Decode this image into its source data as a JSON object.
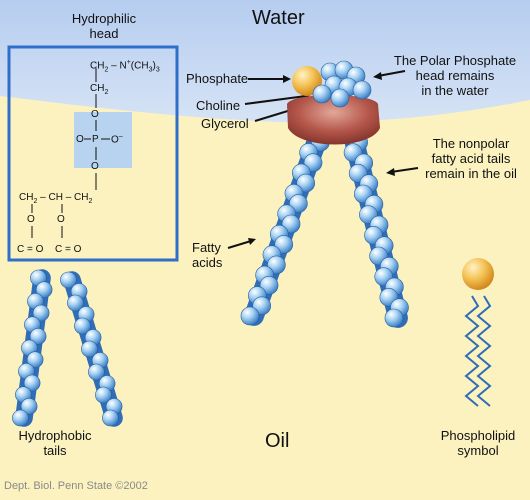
{
  "regions": {
    "water_label": "Water",
    "oil_label": "Oil"
  },
  "labels": {
    "hydrophilic_head": [
      "Hydrophilic",
      "head"
    ],
    "phosphate": "Phosphate",
    "choline": "Choline",
    "glycerol": "Glycerol",
    "polar_head": [
      "The Polar Phosphate",
      "head remains",
      "in the water"
    ],
    "nonpolar_tails": [
      "The nonpolar",
      "fatty acid tails",
      "remain in the oil"
    ],
    "fatty_acids": [
      "Fatty",
      "acids"
    ],
    "hydrophobic_tails": [
      "Hydrophobic",
      "tails"
    ],
    "phospholipid_symbol": [
      "Phospholipid",
      "symbol"
    ],
    "credit": "Dept. Biol. Penn State ©2002"
  },
  "formula": {
    "choline_group": "CH2 – N+(CH3)3",
    "ch2": "CH2",
    "o": "O",
    "o_minus": "O–",
    "p": "P",
    "glycerol_chain": "CH2 – CH – CH2",
    "carbonyl": "C = O"
  },
  "colors": {
    "water": "#c6d7f2",
    "oil": "#fbf2c0",
    "bead": "#8fc3ee",
    "chain_backbone": "#2f6db6",
    "glycerol": "#a44a3c",
    "phosphate": "#f2b84c",
    "formula_box": "#2f6fc9",
    "phosphate_highlight": "#b7d3ef"
  }
}
